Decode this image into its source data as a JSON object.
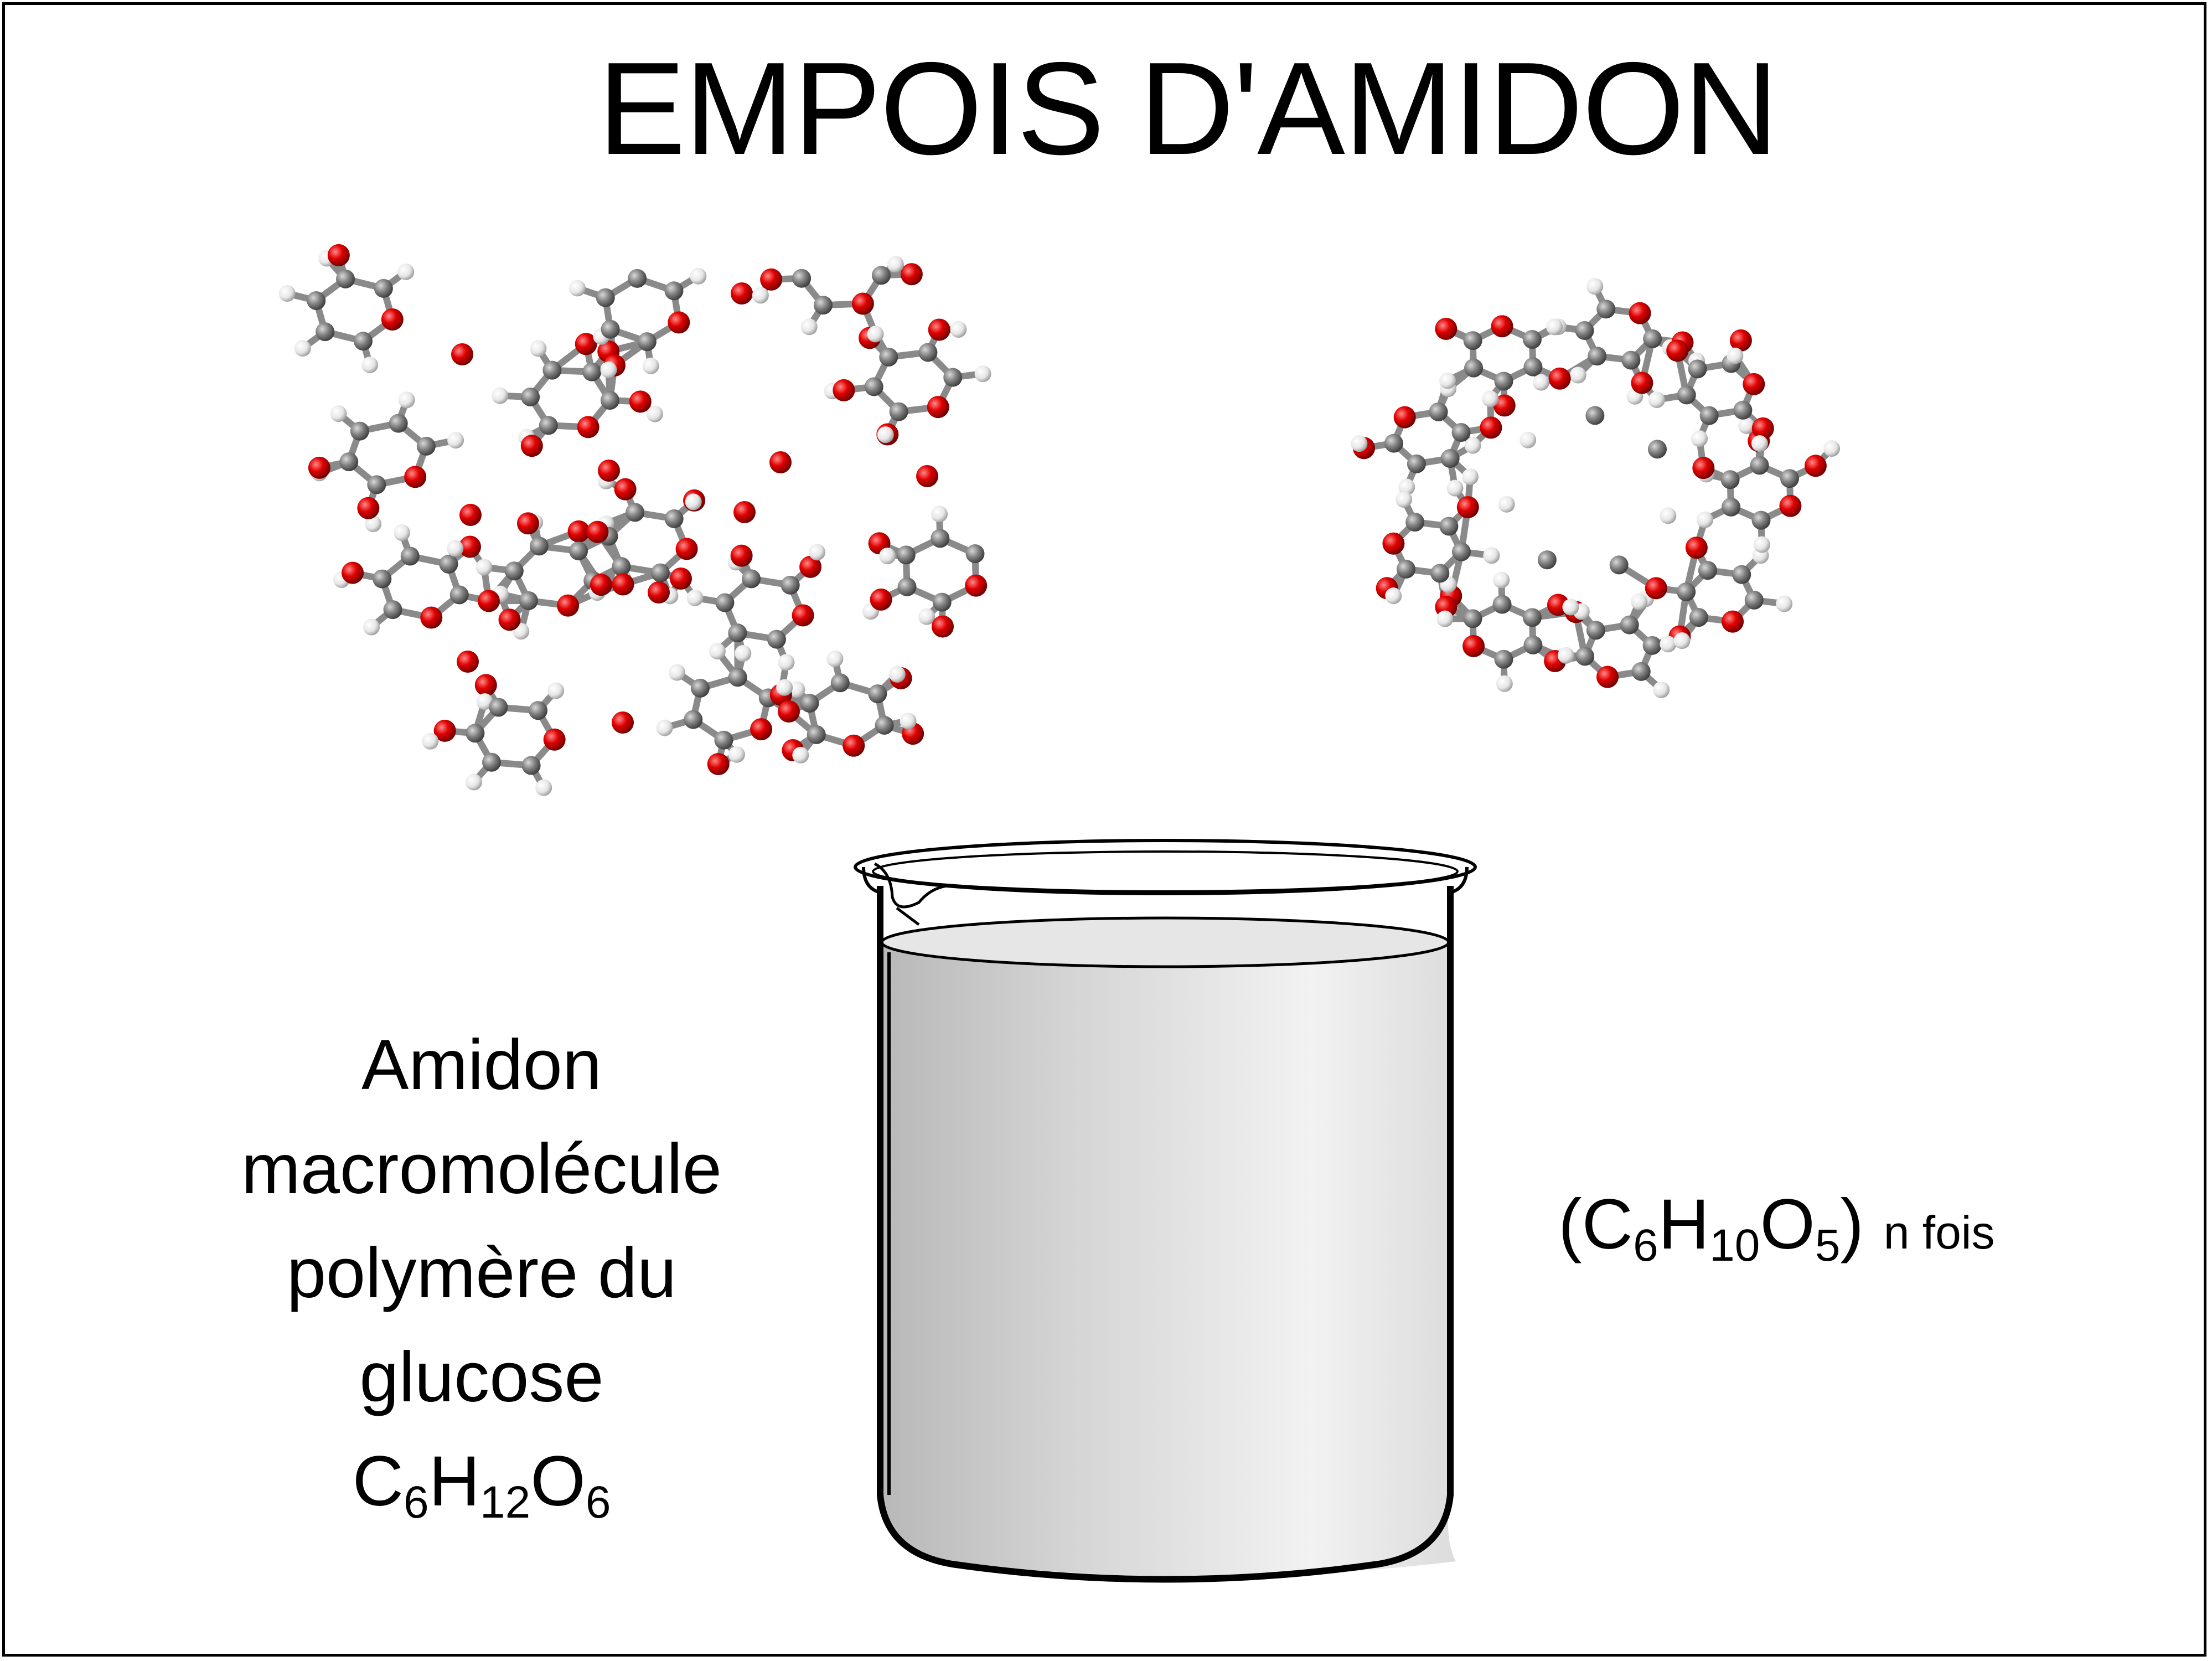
{
  "title": "EMPOIS D'AMIDON",
  "left_label": {
    "line1": "Amidon",
    "line2": "macromolécule",
    "line3": "polymère du",
    "line4": "glucose",
    "formula": {
      "c": "C",
      "c_n": "6",
      "h": "H",
      "h_n": "12",
      "o": "O",
      "o_n": "6"
    }
  },
  "right_formula": {
    "open": "(C",
    "c_n": "6",
    "h": "H",
    "h_n": "10",
    "o": "O",
    "o_n": "5",
    "close": ")",
    "suffix": "n fois"
  },
  "colors": {
    "oxygen": "#e00000",
    "carbon": "#808080",
    "hydrogen": "#f2f2f2",
    "liquid": "#d4d4d4",
    "outline": "#000000"
  }
}
